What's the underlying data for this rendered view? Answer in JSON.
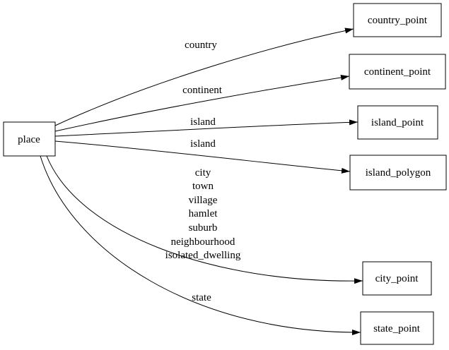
{
  "diagram": {
    "type": "directed-graph",
    "background_color": "#ffffff",
    "line_color": "#000000",
    "text_color": "#000000",
    "nodes": [
      {
        "id": "place",
        "label": "place"
      },
      {
        "id": "country_point",
        "label": "country_point"
      },
      {
        "id": "continent_point",
        "label": "continent_point"
      },
      {
        "id": "island_point",
        "label": "island_point"
      },
      {
        "id": "island_polygon",
        "label": "island_polygon"
      },
      {
        "id": "city_point",
        "label": "city_point"
      },
      {
        "id": "state_point",
        "label": "state_point"
      }
    ],
    "edges": [
      {
        "from": "place",
        "to": "country_point",
        "label": "country"
      },
      {
        "from": "place",
        "to": "continent_point",
        "label": "continent"
      },
      {
        "from": "place",
        "to": "island_point",
        "label": "island"
      },
      {
        "from": "place",
        "to": "island_polygon",
        "label": "island"
      },
      {
        "from": "place",
        "to": "city_point",
        "label_lines": [
          "city",
          "town",
          "village",
          "hamlet",
          "suburb",
          "neighbourhood",
          "isolated_dwelling"
        ]
      },
      {
        "from": "place",
        "to": "state_point",
        "label": "state"
      }
    ]
  }
}
